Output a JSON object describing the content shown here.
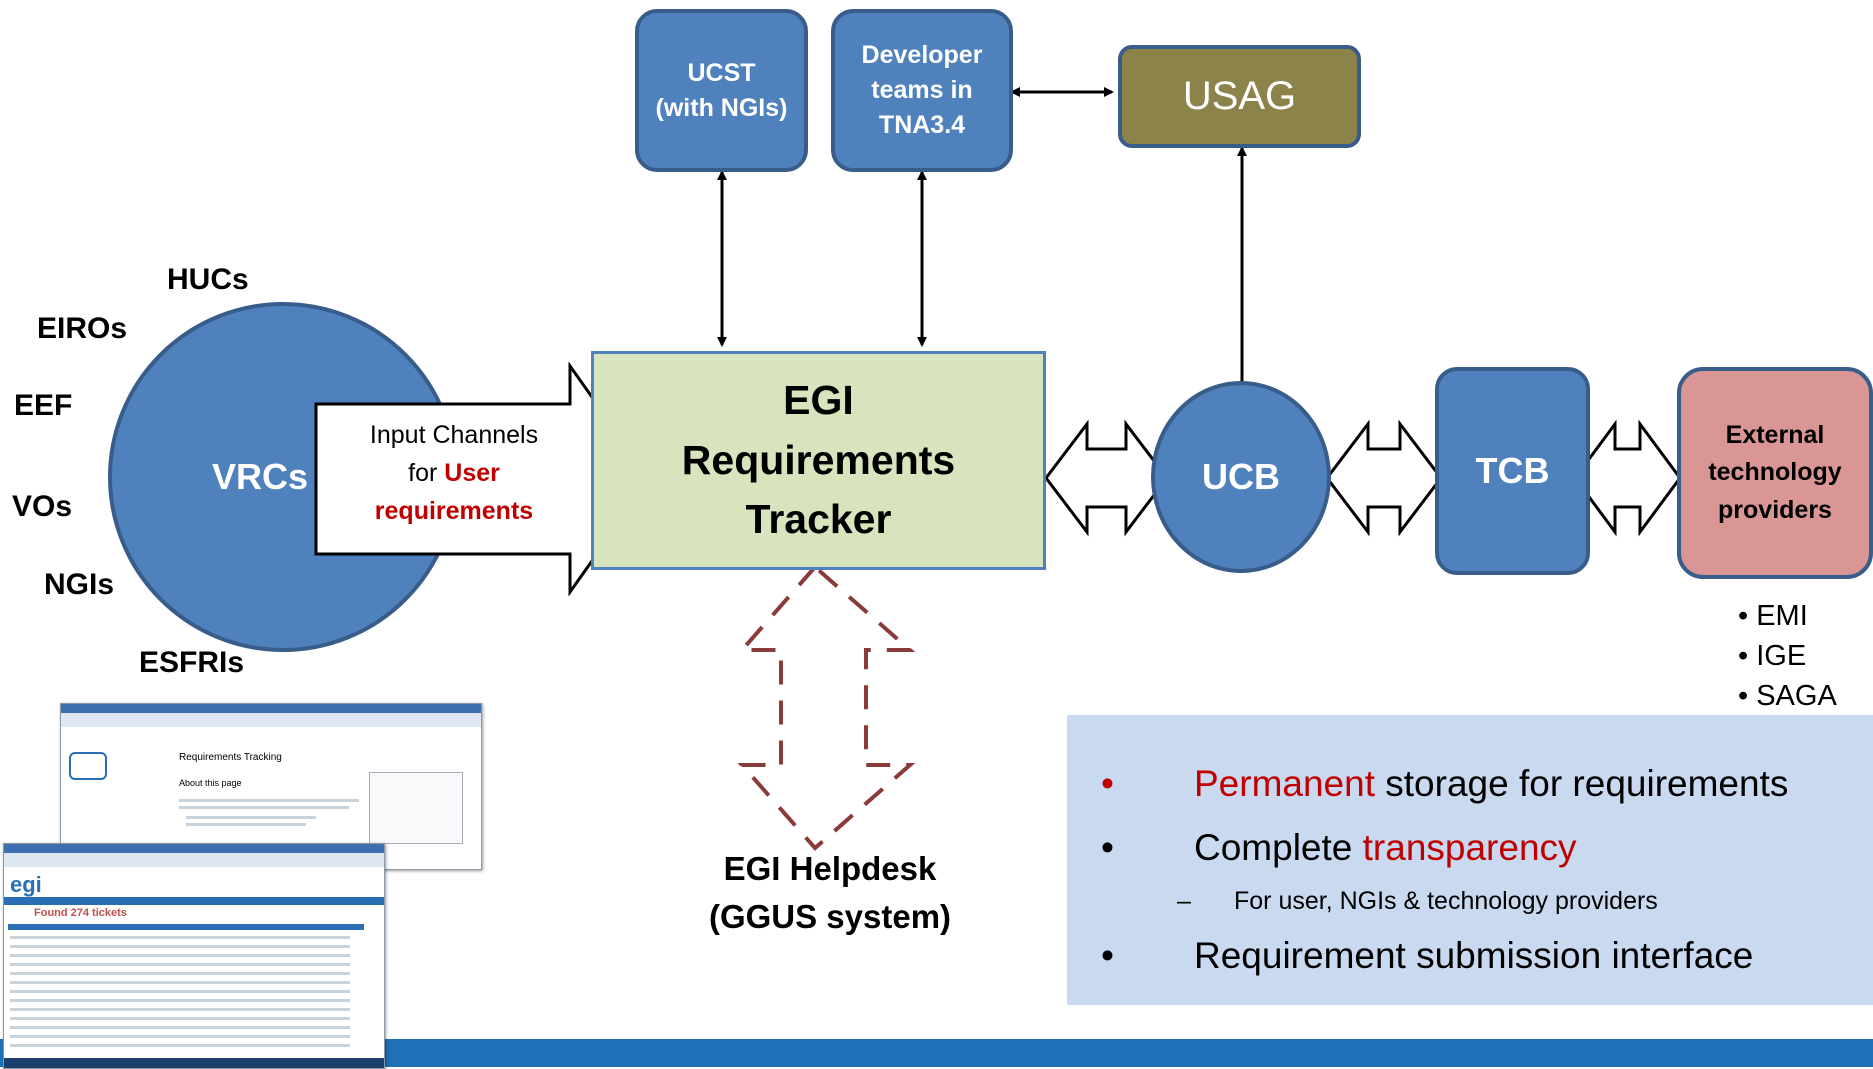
{
  "colors": {
    "box_blue": "#4f81bd",
    "box_blue_border": "#385d8a",
    "usag": "#8b8349",
    "tracker": "#d7e4bd",
    "external": "#d99694",
    "helpdesk_dash": "#8b3a3a",
    "accent_red": "#c00000",
    "info_panel": "#c9d9f0",
    "footer": "#1f71b8"
  },
  "icons": [
    "double-arrow-icon",
    "dashed-double-arrow-icon",
    "block-arrow-icon"
  ],
  "nodes": {
    "ucst": "UCST\n(with NGIs)",
    "developer": "Developer\nteams in\nTNA3.4",
    "usag": "USAG",
    "vrcs": "VRCs",
    "tracker": "EGI\nRequirements\nTracker",
    "ucb": "UCB",
    "tcb": "TCB",
    "external": "External\ntechnology\nproviders",
    "helpdesk": "EGI Helpdesk\n(GGUS system)"
  },
  "input_channel": {
    "line1": "Input Channels",
    "line2": "for",
    "highlight": "User\nrequirements"
  },
  "communities": [
    "HUCs",
    "EIROs",
    "EEF",
    "VOs",
    "NGIs",
    "ESFRIs"
  ],
  "providers": [
    "EMI",
    "IGE",
    "SAGA"
  ],
  "info": {
    "b1_red": "Permanent",
    "b1_rest": " storage for requirements",
    "b2_start": "Complete ",
    "b2_red": "transparency",
    "sub": "For user, NGIs & technology providers",
    "b3": "Requirement submission interface"
  },
  "screenshots": {
    "wiki_title": "Requirements Tracking",
    "wiki_section": "About this page",
    "ggus_logo": "egi",
    "ggus_found": "Found 274 tickets"
  }
}
